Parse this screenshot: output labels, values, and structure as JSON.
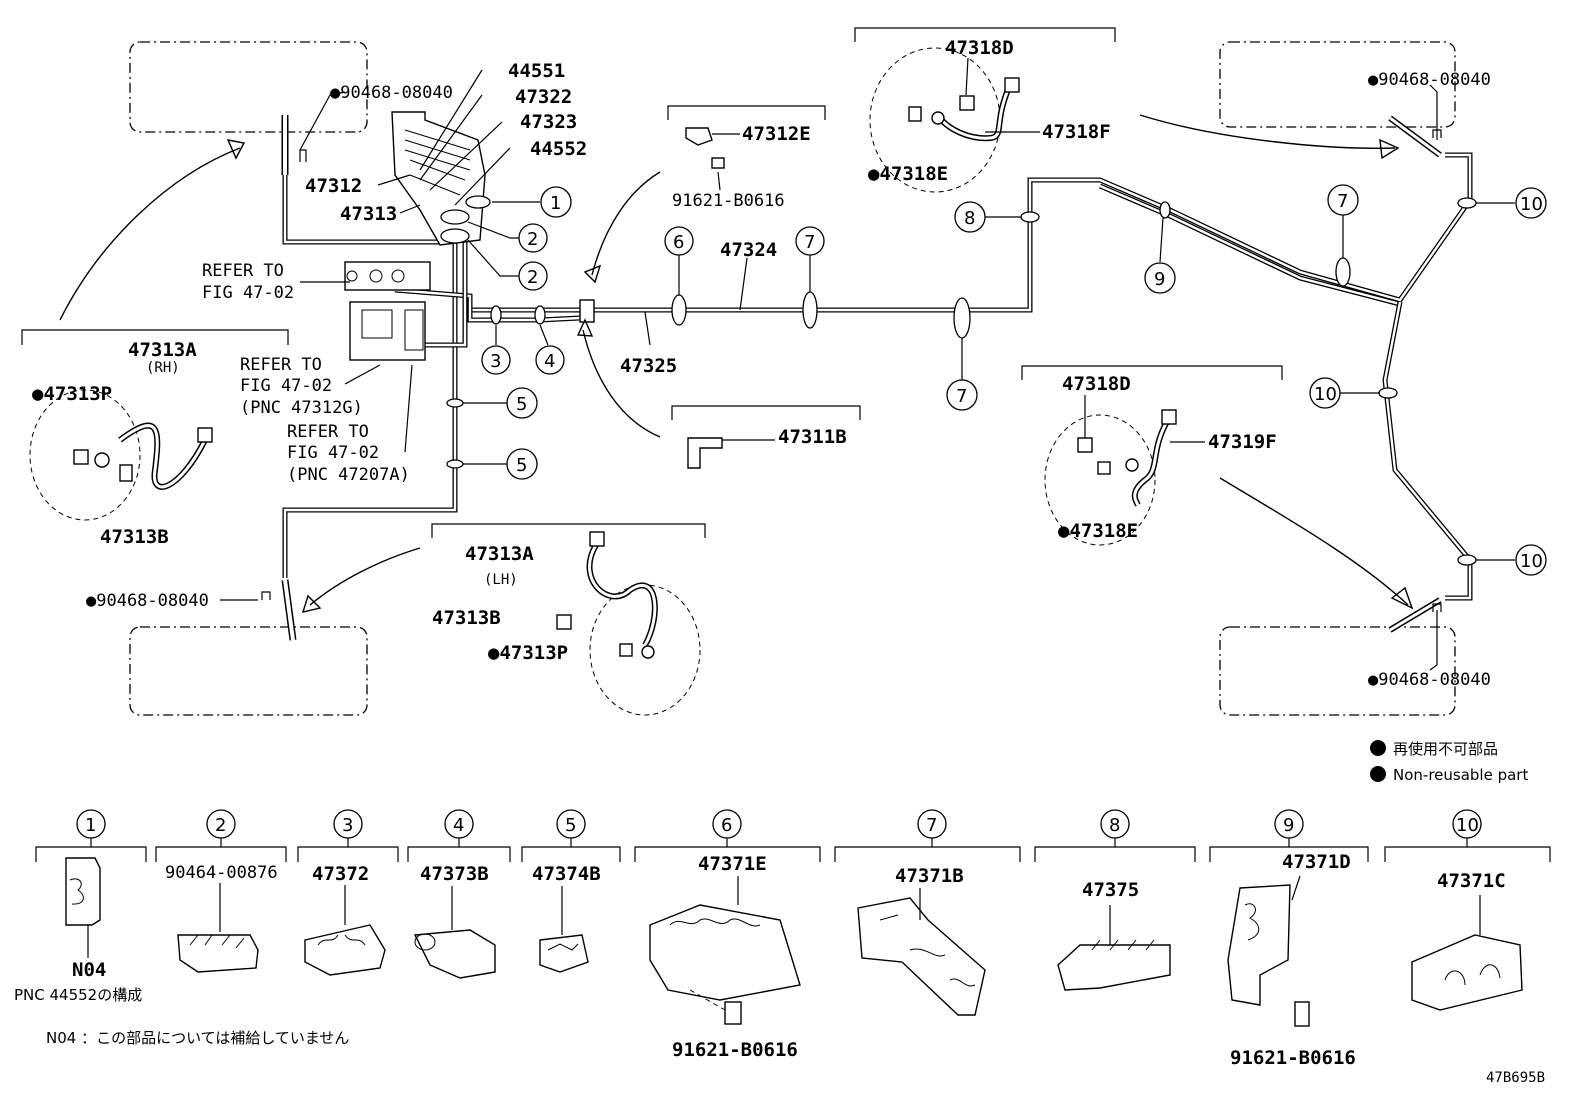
{
  "diagram": {
    "code": "47B695B",
    "brake_lines": {
      "center_pipe_upper": "47324",
      "center_pipe_lower": "47325"
    },
    "valve_bracket": {
      "p1": "44551",
      "p2": "47322",
      "p3": "47323",
      "p4": "44552",
      "p5": "47312",
      "p6": "47313"
    },
    "refer_notes": {
      "r1_line1": "REFER TO",
      "r1_line2": "FIG 47-02",
      "r2_line1": "REFER TO",
      "r2_line2": "FIG 47-02",
      "r2_line3": "(PNC 47312G)",
      "r3_line1": "REFER TO",
      "r3_line2": "FIG 47-02",
      "r3_line3": "(PNC 47207A)"
    },
    "front_rh_hose": {
      "hose": "47313A",
      "side": "(RH)",
      "gasket": "●47313P",
      "bolt": "47313B"
    },
    "front_lh_hose": {
      "hose": "47313A",
      "side": "(LH)",
      "bolt": "47313B",
      "gasket": "●47313P"
    },
    "clips": {
      "front_left_clip": "●90468-08040",
      "bottom_left_clip": "●90468-08040",
      "top_right_clip": "●90468-08040",
      "bottom_right_clip": "●90468-08040"
    },
    "bracket_47312E": {
      "bracket": "47312E",
      "bolt": "91621-B0616"
    },
    "bracket_47311B": {
      "bracket": "47311B"
    },
    "rear_rh_hose": {
      "bolt": "47318D",
      "hose": "47318F",
      "gasket": "●47318E"
    },
    "rear_lh_hose": {
      "bolt": "47318D",
      "hose": "47319F",
      "gasket": "●47318E"
    },
    "callouts": [
      "1",
      "2",
      "2",
      "3",
      "4",
      "5",
      "5",
      "6",
      "7",
      "7",
      "7",
      "8",
      "9",
      "10",
      "10",
      "10"
    ],
    "legend": {
      "jp": "再使用不可部品",
      "en": "Non-reusable part"
    }
  },
  "clip_table": [
    {
      "num": "1",
      "part": "",
      "code": "N04",
      "note": "PNC 44552の構成"
    },
    {
      "num": "2",
      "part": "90464-00876"
    },
    {
      "num": "3",
      "part": "47372"
    },
    {
      "num": "4",
      "part": "47373B"
    },
    {
      "num": "5",
      "part": "47374B"
    },
    {
      "num": "6",
      "part": "47371E",
      "bolt": "91621-B0616"
    },
    {
      "num": "7",
      "part": "47371B"
    },
    {
      "num": "8",
      "part": "47375"
    },
    {
      "num": "9",
      "part": "47371D",
      "bolt": "91621-B0616"
    },
    {
      "num": "10",
      "part": "47371C"
    }
  ],
  "footnote": "N04 ：この部品については補給していません"
}
